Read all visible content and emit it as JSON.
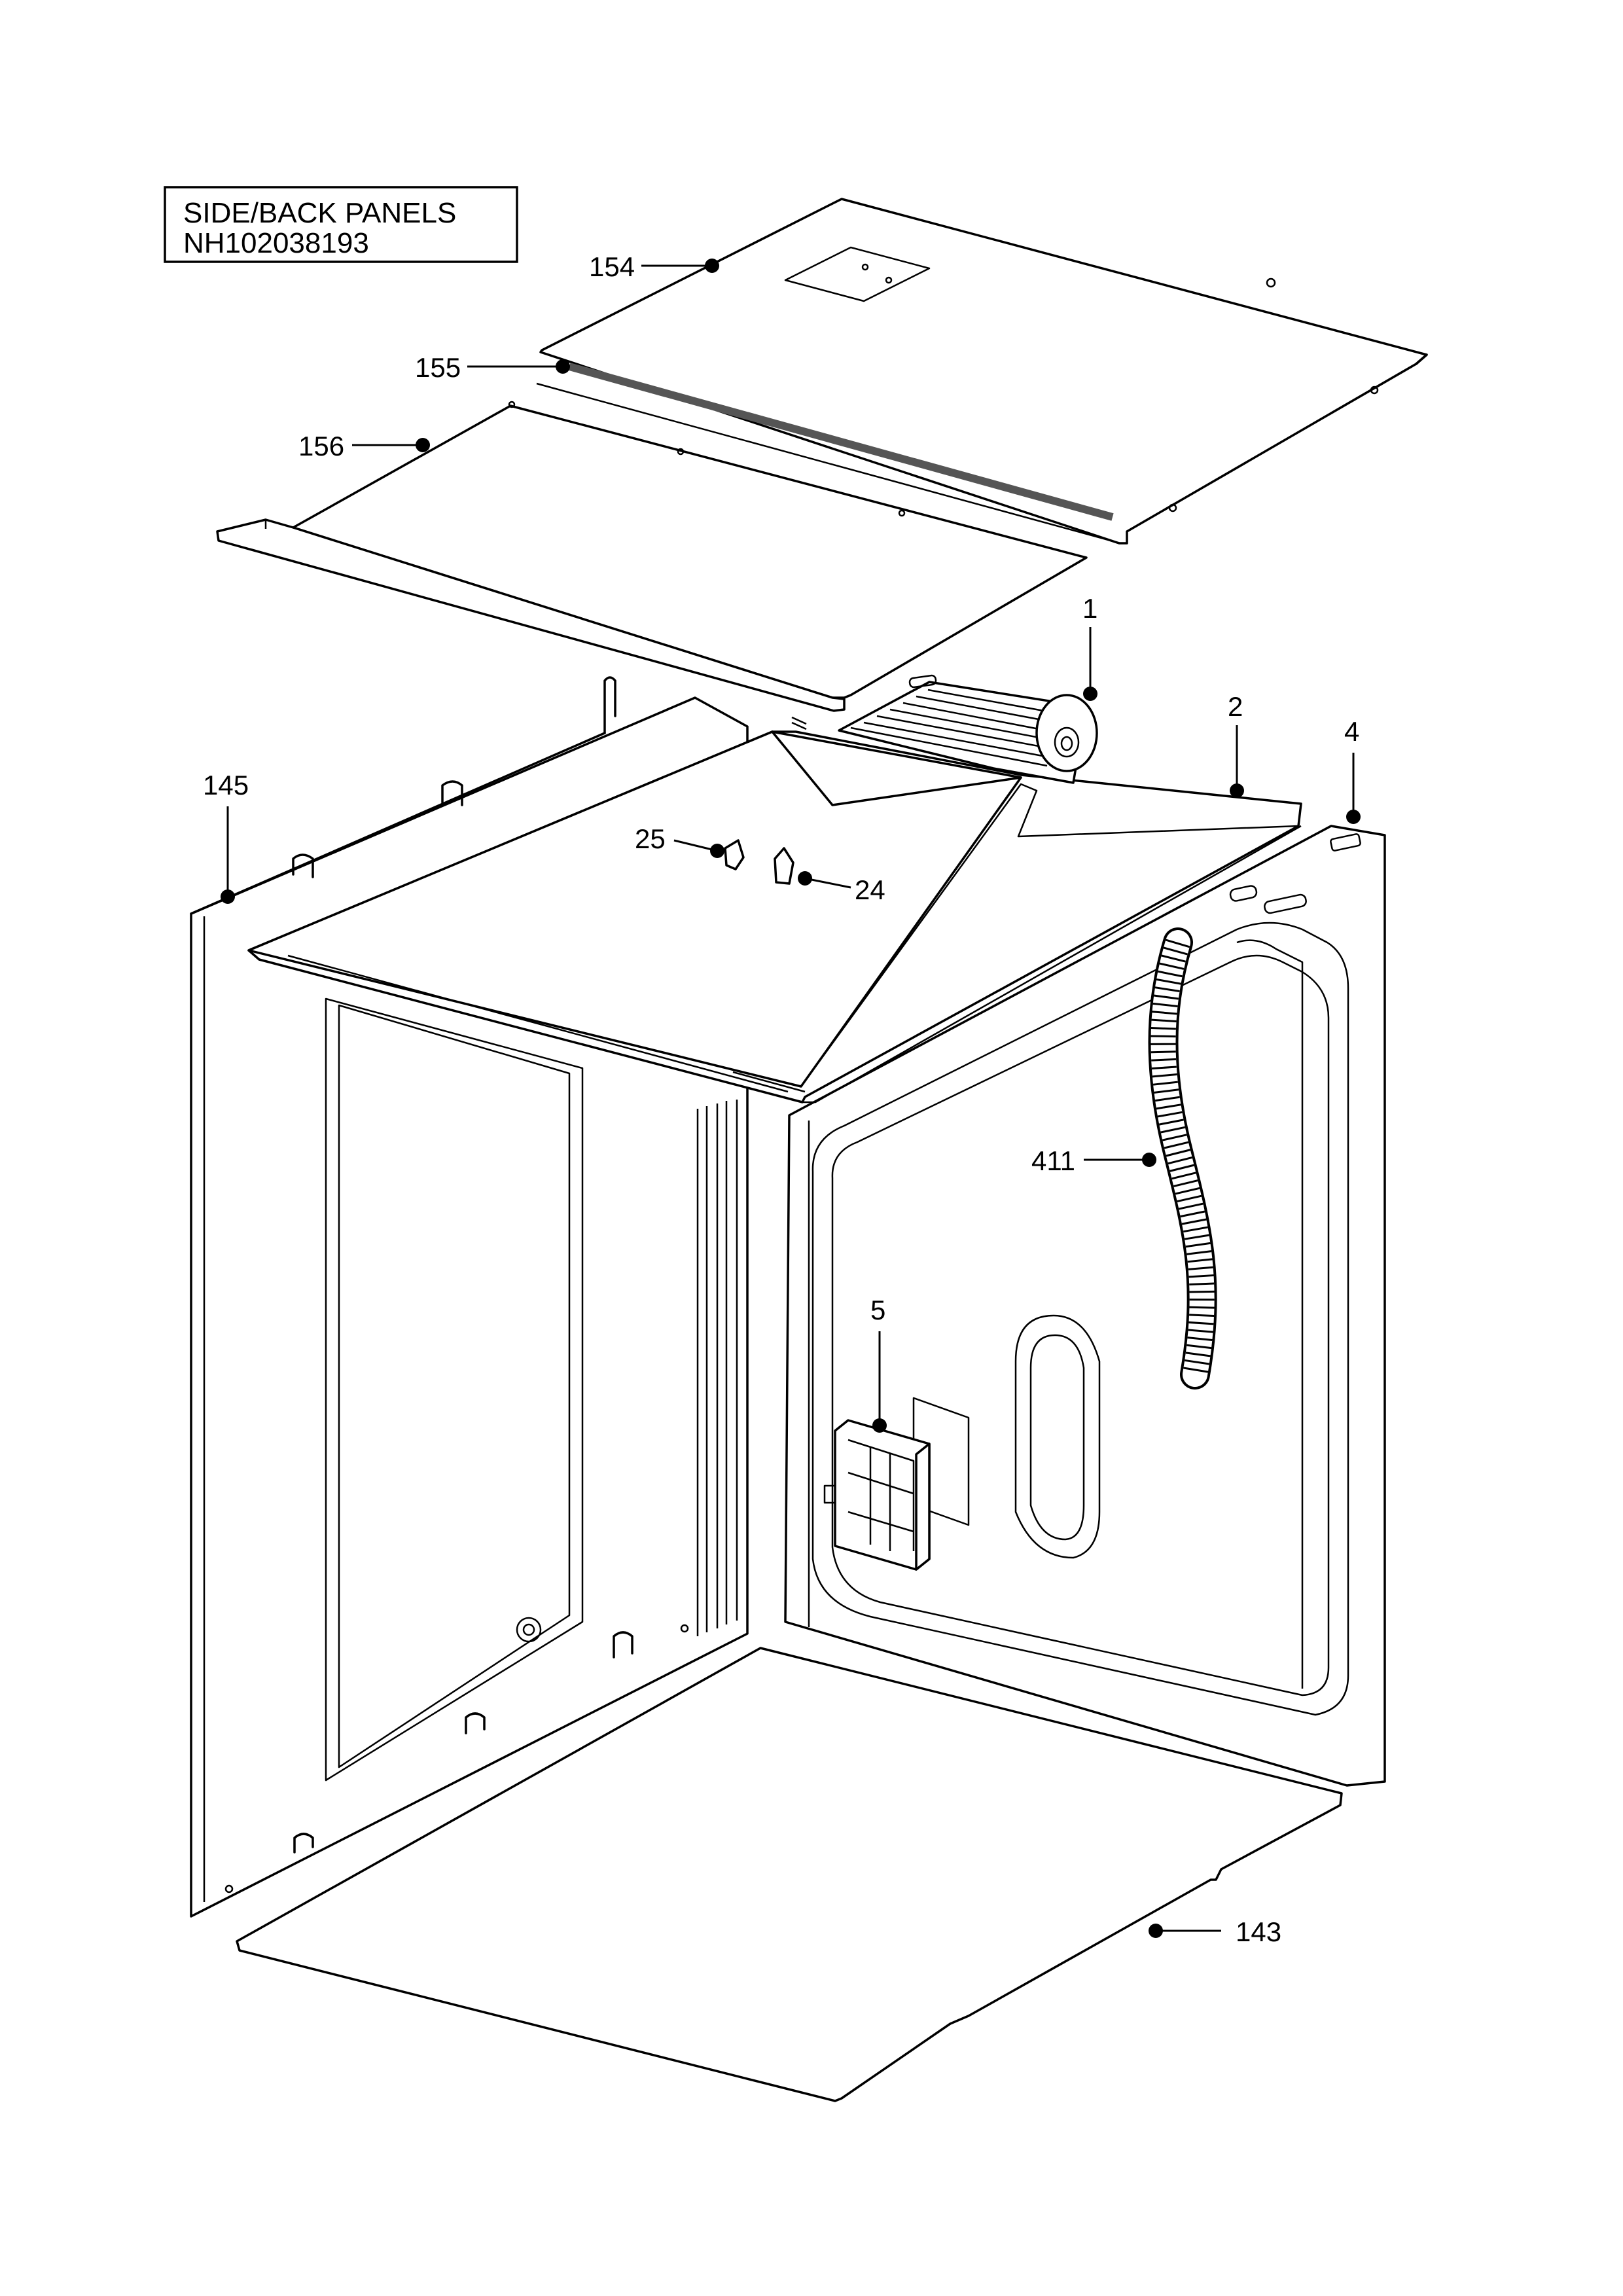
{
  "title_box": {
    "line1": "SIDE/BACK PANELS",
    "line2": "NH102038193"
  },
  "callouts": [
    {
      "id": "154",
      "text": "154"
    },
    {
      "id": "155",
      "text": "155"
    },
    {
      "id": "156",
      "text": "156"
    },
    {
      "id": "1",
      "text": "1"
    },
    {
      "id": "2",
      "text": "2"
    },
    {
      "id": "4",
      "text": "4"
    },
    {
      "id": "145",
      "text": "145"
    },
    {
      "id": "25",
      "text": "25"
    },
    {
      "id": "24",
      "text": "24"
    },
    {
      "id": "411",
      "text": "411"
    },
    {
      "id": "5",
      "text": "5"
    },
    {
      "id": "143",
      "text": "143"
    }
  ]
}
